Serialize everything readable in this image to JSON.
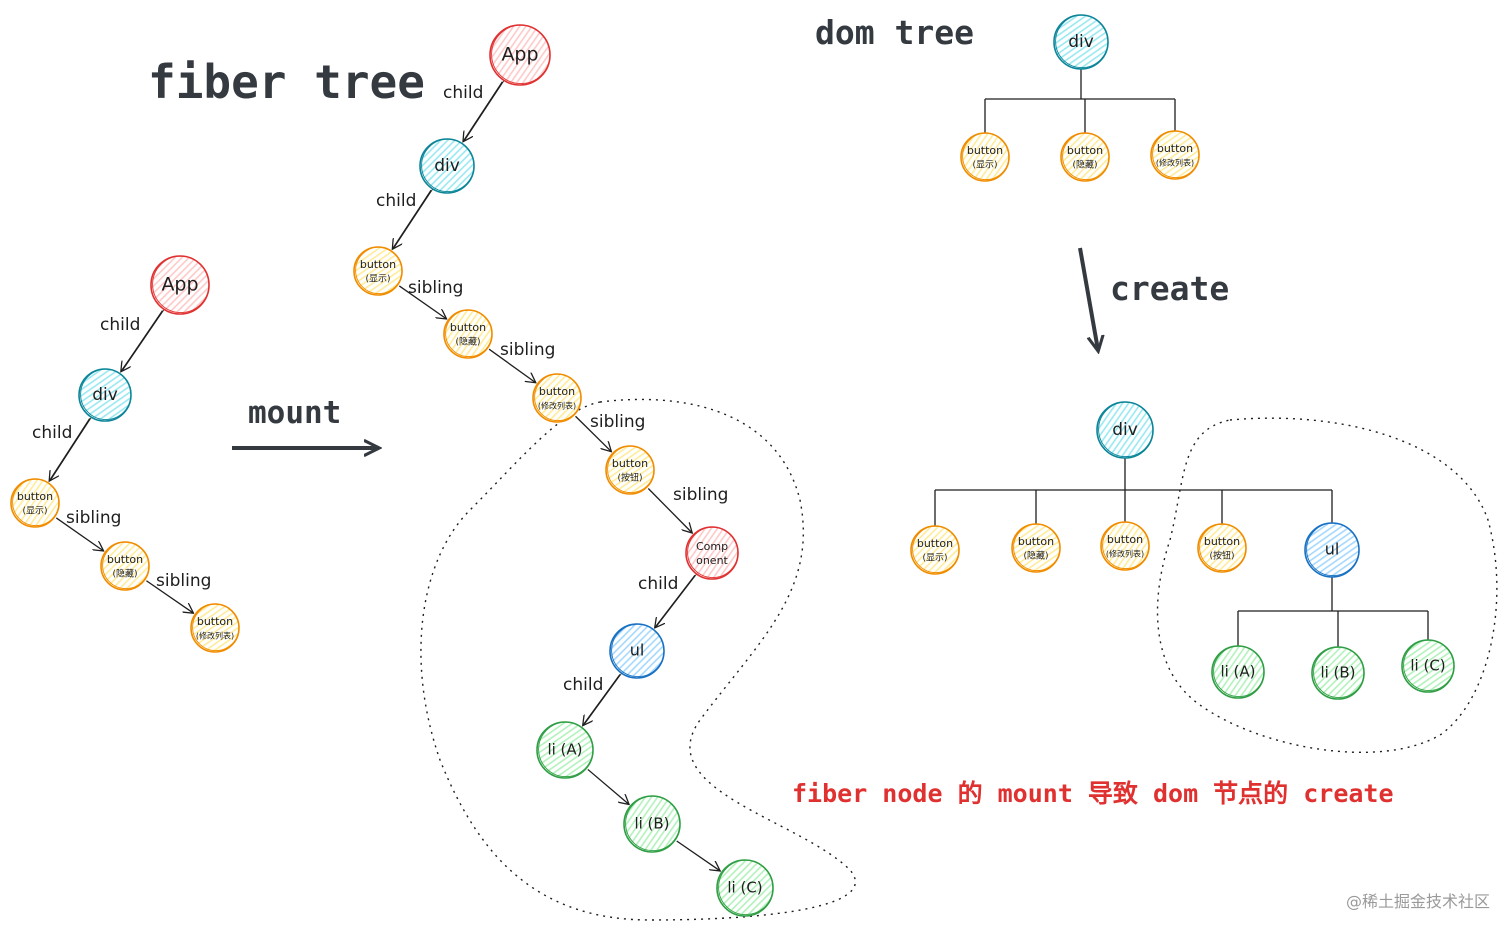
{
  "titles": {
    "fiber_tree": "fiber tree",
    "dom_tree": "dom tree",
    "mount": "mount",
    "create": "create"
  },
  "caption": "fiber node 的 mount 导致 dom 节点的 create",
  "watermark": "@稀土掘金技术社区",
  "edge_labels": {
    "child": "child",
    "sibling": "sibling"
  },
  "node_types": {
    "app": {
      "fill": "#ffc9c9",
      "stroke": "#e03131"
    },
    "div": {
      "fill": "#99e9f2",
      "stroke": "#0c8599"
    },
    "button": {
      "fill": "#ffec99",
      "stroke": "#f08c00"
    },
    "component": {
      "fill": "#ffc9c9",
      "stroke": "#e03131"
    },
    "ul": {
      "fill": "#a5d8ff",
      "stroke": "#1971c2"
    },
    "li": {
      "fill": "#b2f2bb",
      "stroke": "#2f9e44"
    }
  },
  "labels": {
    "app": "App",
    "div": "div",
    "button": "button",
    "show": "(显示)",
    "hide": "(隐藏)",
    "modify": "(修改列表)",
    "btn": "(按钮)",
    "component_1": "Comp",
    "component_2": "onent",
    "ul": "ul",
    "li_a": "li (A)",
    "li_b": "li (B)",
    "li_c": "li (C)"
  },
  "dashed_region": {
    "stroke": "#1e1e1e"
  }
}
